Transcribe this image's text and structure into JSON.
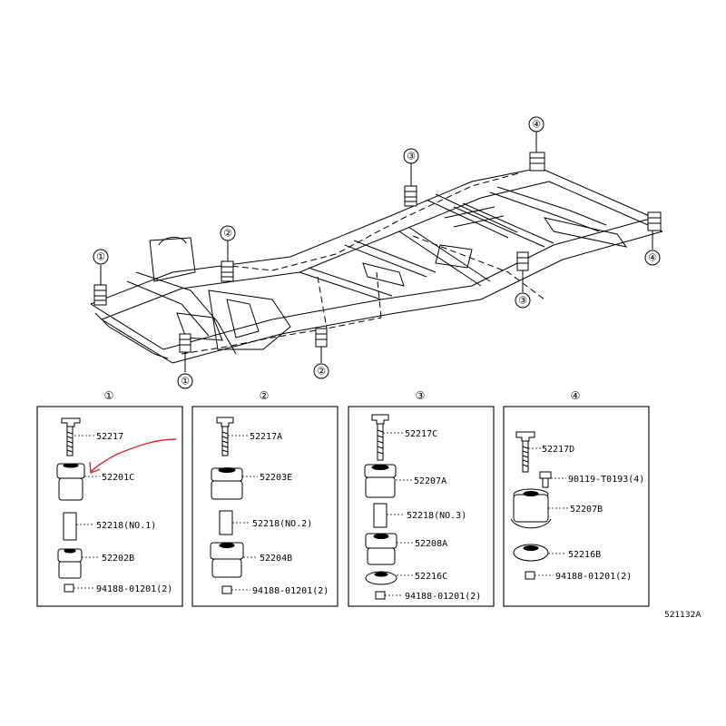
{
  "diagram": {
    "reference_code": "521132A",
    "accent_color": "#d9262b",
    "overview_location_numbers": [
      "①",
      "①",
      "②",
      "②",
      "③",
      "③",
      "④",
      "④"
    ],
    "groups": [
      {
        "number": "①",
        "parts": [
          {
            "label": "52217"
          },
          {
            "label": "52201C"
          },
          {
            "label": "52218(NO.1)"
          },
          {
            "label": "52202B"
          },
          {
            "label": "94188-01201(2)"
          }
        ]
      },
      {
        "number": "②",
        "parts": [
          {
            "label": "52217A"
          },
          {
            "label": "52203E"
          },
          {
            "label": "52218(NO.2)"
          },
          {
            "label": "52204B"
          },
          {
            "label": "94188-01201(2)"
          }
        ]
      },
      {
        "number": "③",
        "parts": [
          {
            "label": "52217C"
          },
          {
            "label": "52207A"
          },
          {
            "label": "52218(NO.3)"
          },
          {
            "label": "52208A"
          },
          {
            "label": "52216C"
          },
          {
            "label": "94188-01201(2)"
          }
        ]
      },
      {
        "number": "④",
        "parts": [
          {
            "label": "52217D"
          },
          {
            "label": "90119-T0193(4)"
          },
          {
            "label": "52207B"
          },
          {
            "label": "52216B"
          },
          {
            "label": "94188-01201(2)"
          }
        ]
      }
    ]
  }
}
